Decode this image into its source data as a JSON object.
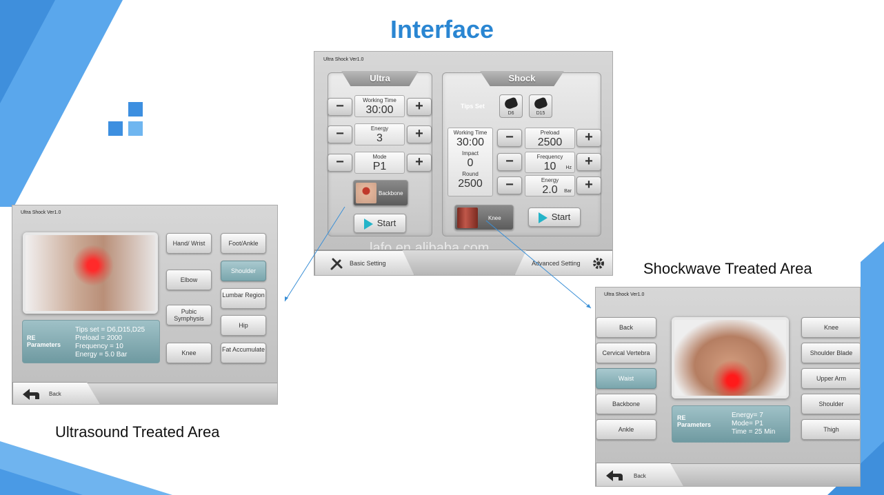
{
  "slide": {
    "title": "Interface",
    "caption_ultrasound": "Ultrasound Treated Area",
    "caption_shockwave": "Shockwave Treated Area",
    "accent_color": "#2a86d2"
  },
  "main_panel": {
    "version": "Ultra Shock Ver1.0",
    "ultra": {
      "tab": "Ultra",
      "working_time": {
        "label": "Working Time",
        "value": "30:00"
      },
      "energy": {
        "label": "Energy",
        "value": "3"
      },
      "mode": {
        "label": "Mode",
        "value": "P1"
      },
      "area_button": "Backbone",
      "start": "Start"
    },
    "shock": {
      "tab": "Shock",
      "tips_set_label": "Tips Set",
      "tips": [
        "D6",
        "D15"
      ],
      "working_time": {
        "label": "Working Time",
        "value": "30:00"
      },
      "impact": {
        "label": "Impact",
        "value": "0"
      },
      "round": {
        "label": "Round",
        "value": "2500"
      },
      "preload": {
        "label": "Preload",
        "value": "2500"
      },
      "frequency": {
        "label": "Frequency",
        "value": "10",
        "unit": "Hz"
      },
      "energy": {
        "label": "Energy",
        "value": "2.0",
        "unit": "Bar"
      },
      "area_button": "Knee",
      "start": "Start"
    },
    "minus": "−",
    "plus": "+",
    "watermark": "lafo.en.alibaba.com",
    "basic_setting": "Basic Setting",
    "advanced_setting": "Advanced Setting"
  },
  "ultrasound_panel": {
    "version": "Ultra Shock Ver1.0",
    "buttons_col1": [
      "Hand/ Wrist",
      "Elbow",
      "Pubic Symphysis",
      "Knee"
    ],
    "buttons_col2": [
      "Foot/Ankle",
      "Shoulder",
      "Lumbar Region",
      "Hip",
      "Fat Accumulate"
    ],
    "selected": "Shoulder",
    "info_title": "RE Parameters",
    "info_lines": [
      "Tips set = D6,D15,D25",
      "Preload = 2000",
      "Frequency = 10",
      "Energy = 5.0 Bar"
    ],
    "back": "Back"
  },
  "shockwave_panel": {
    "version": "Ultra Shock Ver1.0",
    "buttons_left": [
      "Back",
      "Cervical Vertebra",
      "Waist",
      "Backbone",
      "Ankle"
    ],
    "buttons_right": [
      "Knee",
      "Shoulder Blade",
      "Upper Arm",
      "Shoulder",
      "Thigh"
    ],
    "selected": "Waist",
    "info_title": "RE Parameters",
    "info_lines": [
      "Energy= 7",
      "Mode= P1",
      "Time = 25 Min"
    ],
    "back": "Back"
  }
}
